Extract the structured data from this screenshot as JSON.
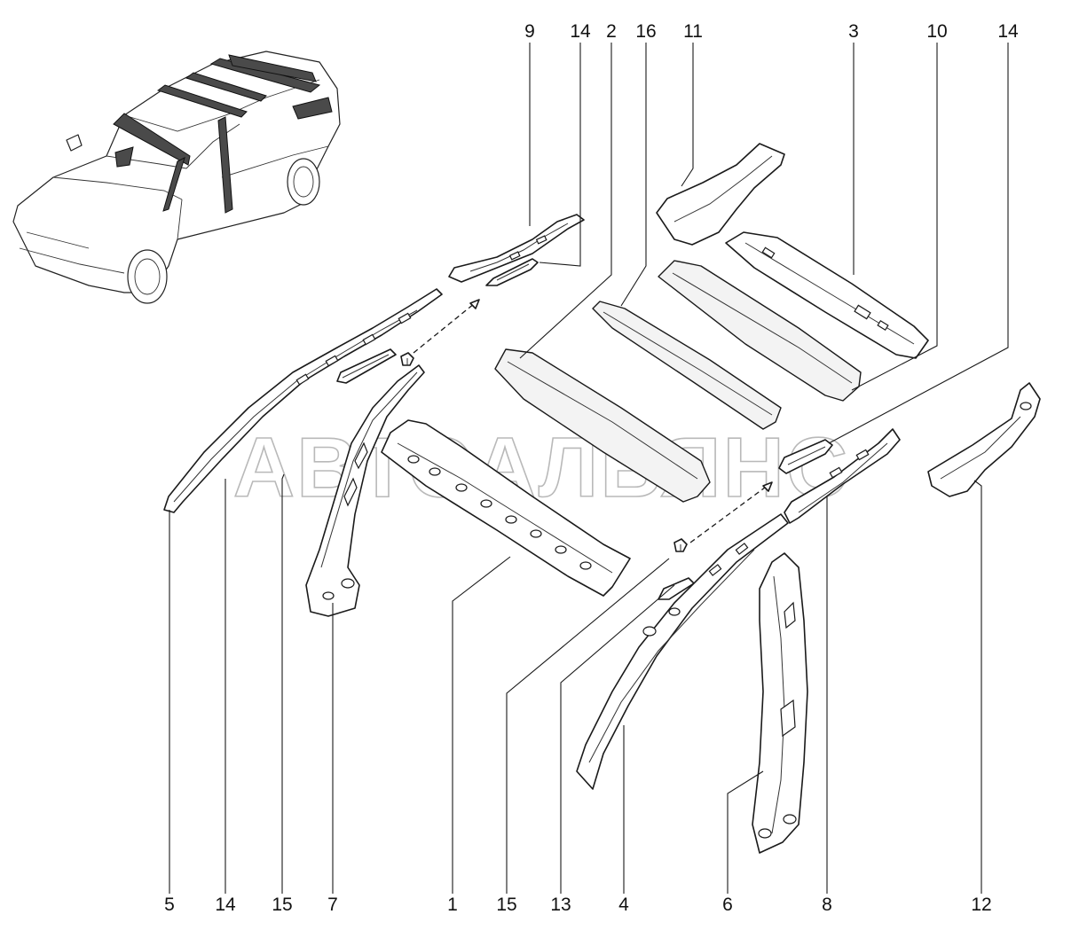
{
  "watermark": "АВТОАЛЬЯНС",
  "callouts": [
    {
      "id": "9",
      "label": "9"
    },
    {
      "id": "14-top-left",
      "label": "14"
    },
    {
      "id": "2",
      "label": "2"
    },
    {
      "id": "16",
      "label": "16"
    },
    {
      "id": "11",
      "label": "11"
    },
    {
      "id": "3",
      "label": "3"
    },
    {
      "id": "10",
      "label": "10"
    },
    {
      "id": "14-top-right",
      "label": "14"
    },
    {
      "id": "5",
      "label": "5"
    },
    {
      "id": "14-bottom",
      "label": "14"
    },
    {
      "id": "15-bottom-left",
      "label": "15"
    },
    {
      "id": "7",
      "label": "7"
    },
    {
      "id": "1",
      "label": "1"
    },
    {
      "id": "15-bottom-mid",
      "label": "15"
    },
    {
      "id": "13",
      "label": "13"
    },
    {
      "id": "4",
      "label": "4"
    },
    {
      "id": "6",
      "label": "6"
    },
    {
      "id": "8",
      "label": "8"
    },
    {
      "id": "12",
      "label": "12"
    }
  ]
}
